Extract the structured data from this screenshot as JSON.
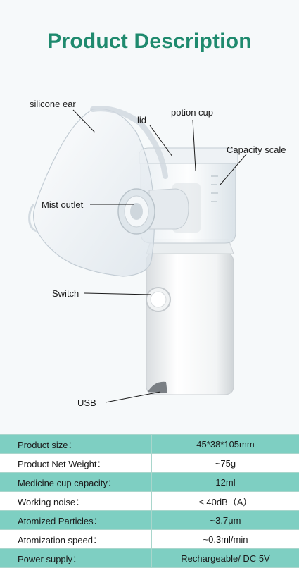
{
  "title": "Product Description",
  "labels": {
    "silicone_ear": "silicone ear",
    "lid": "lid",
    "potion_cup": "potion cup",
    "capacity_scale": "Capacity scale",
    "mist_outlet": "Mist outlet",
    "switch": "Switch",
    "usb": "USB"
  },
  "specs": [
    {
      "key": "Product size：",
      "value": "45*38*105mm"
    },
    {
      "key": "Product Net Weight：",
      "value": "~75g"
    },
    {
      "key": "Medicine cup capacity：",
      "value": "12ml"
    },
    {
      "key": "Working noise：",
      "value": "≤ 40dB（A）"
    },
    {
      "key": "Atomized Particles：",
      "value": "~3.7μm"
    },
    {
      "key": "Atomization speed：",
      "value": "~0.3ml/min"
    },
    {
      "key": "Power supply：",
      "value": "Rechargeable/ DC 5V"
    }
  ],
  "colors": {
    "title": "#1f8a6e",
    "table_accent": "#7ecfc2"
  }
}
